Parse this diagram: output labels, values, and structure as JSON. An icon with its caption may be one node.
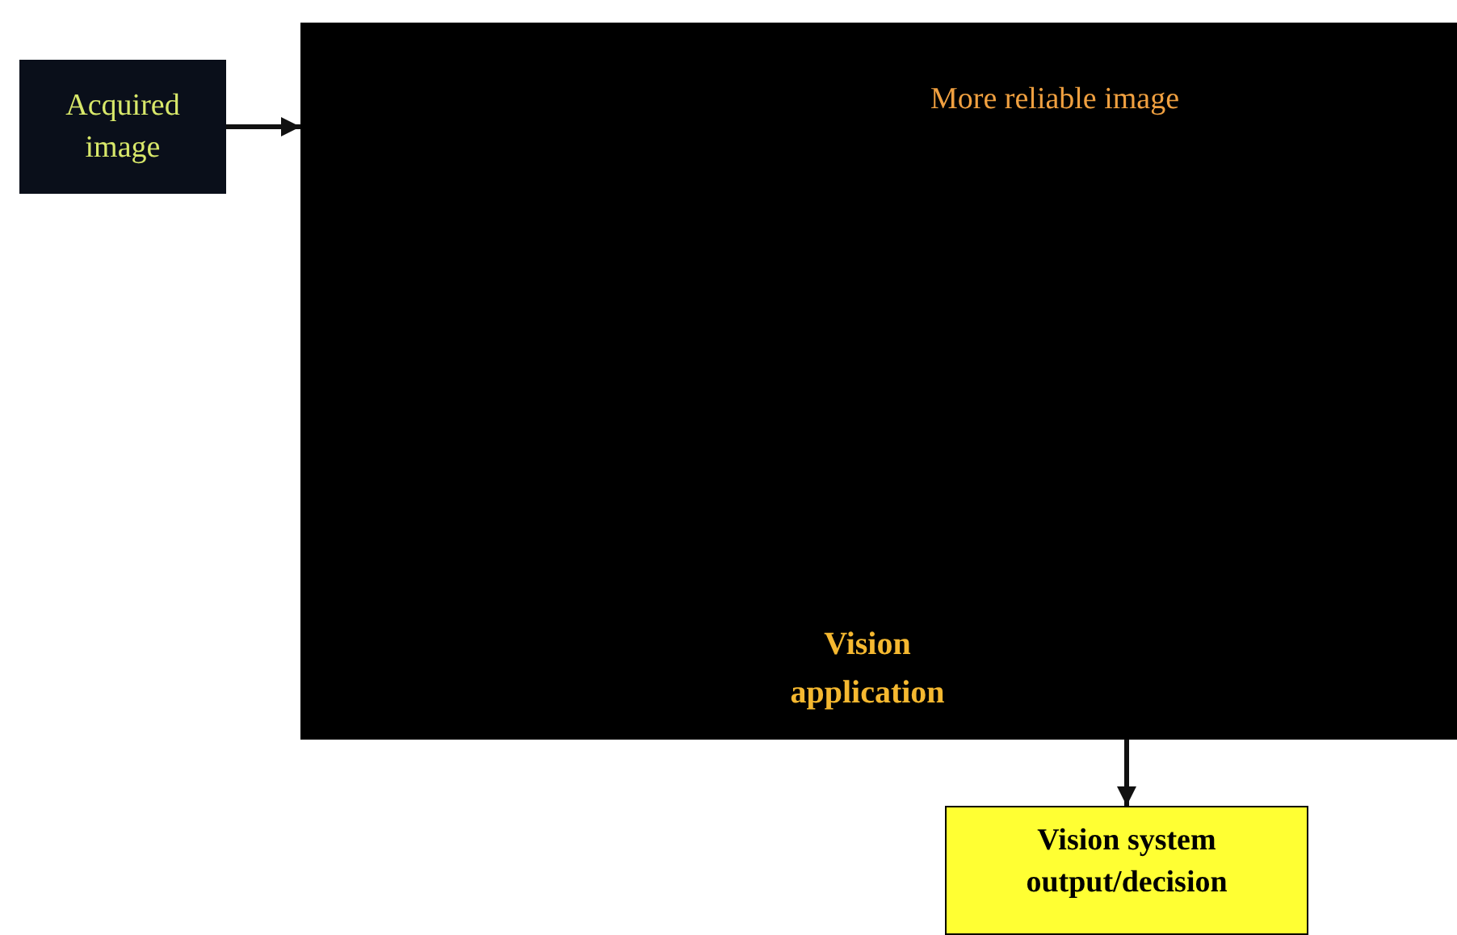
{
  "diagram": {
    "nodes": [
      {
        "text": [
          "Acquired image"
        ]
      },
      {
        "text": [
          "More reliable image",
          "Vision application"
        ]
      },
      {
        "text": [
          "Vision system output/decision"
        ]
      }
    ],
    "edges": [
      {
        "from": 0,
        "to": 1,
        "arrow": "to"
      },
      {
        "from": 1,
        "to": 2,
        "arrow": "to"
      }
    ]
  }
}
